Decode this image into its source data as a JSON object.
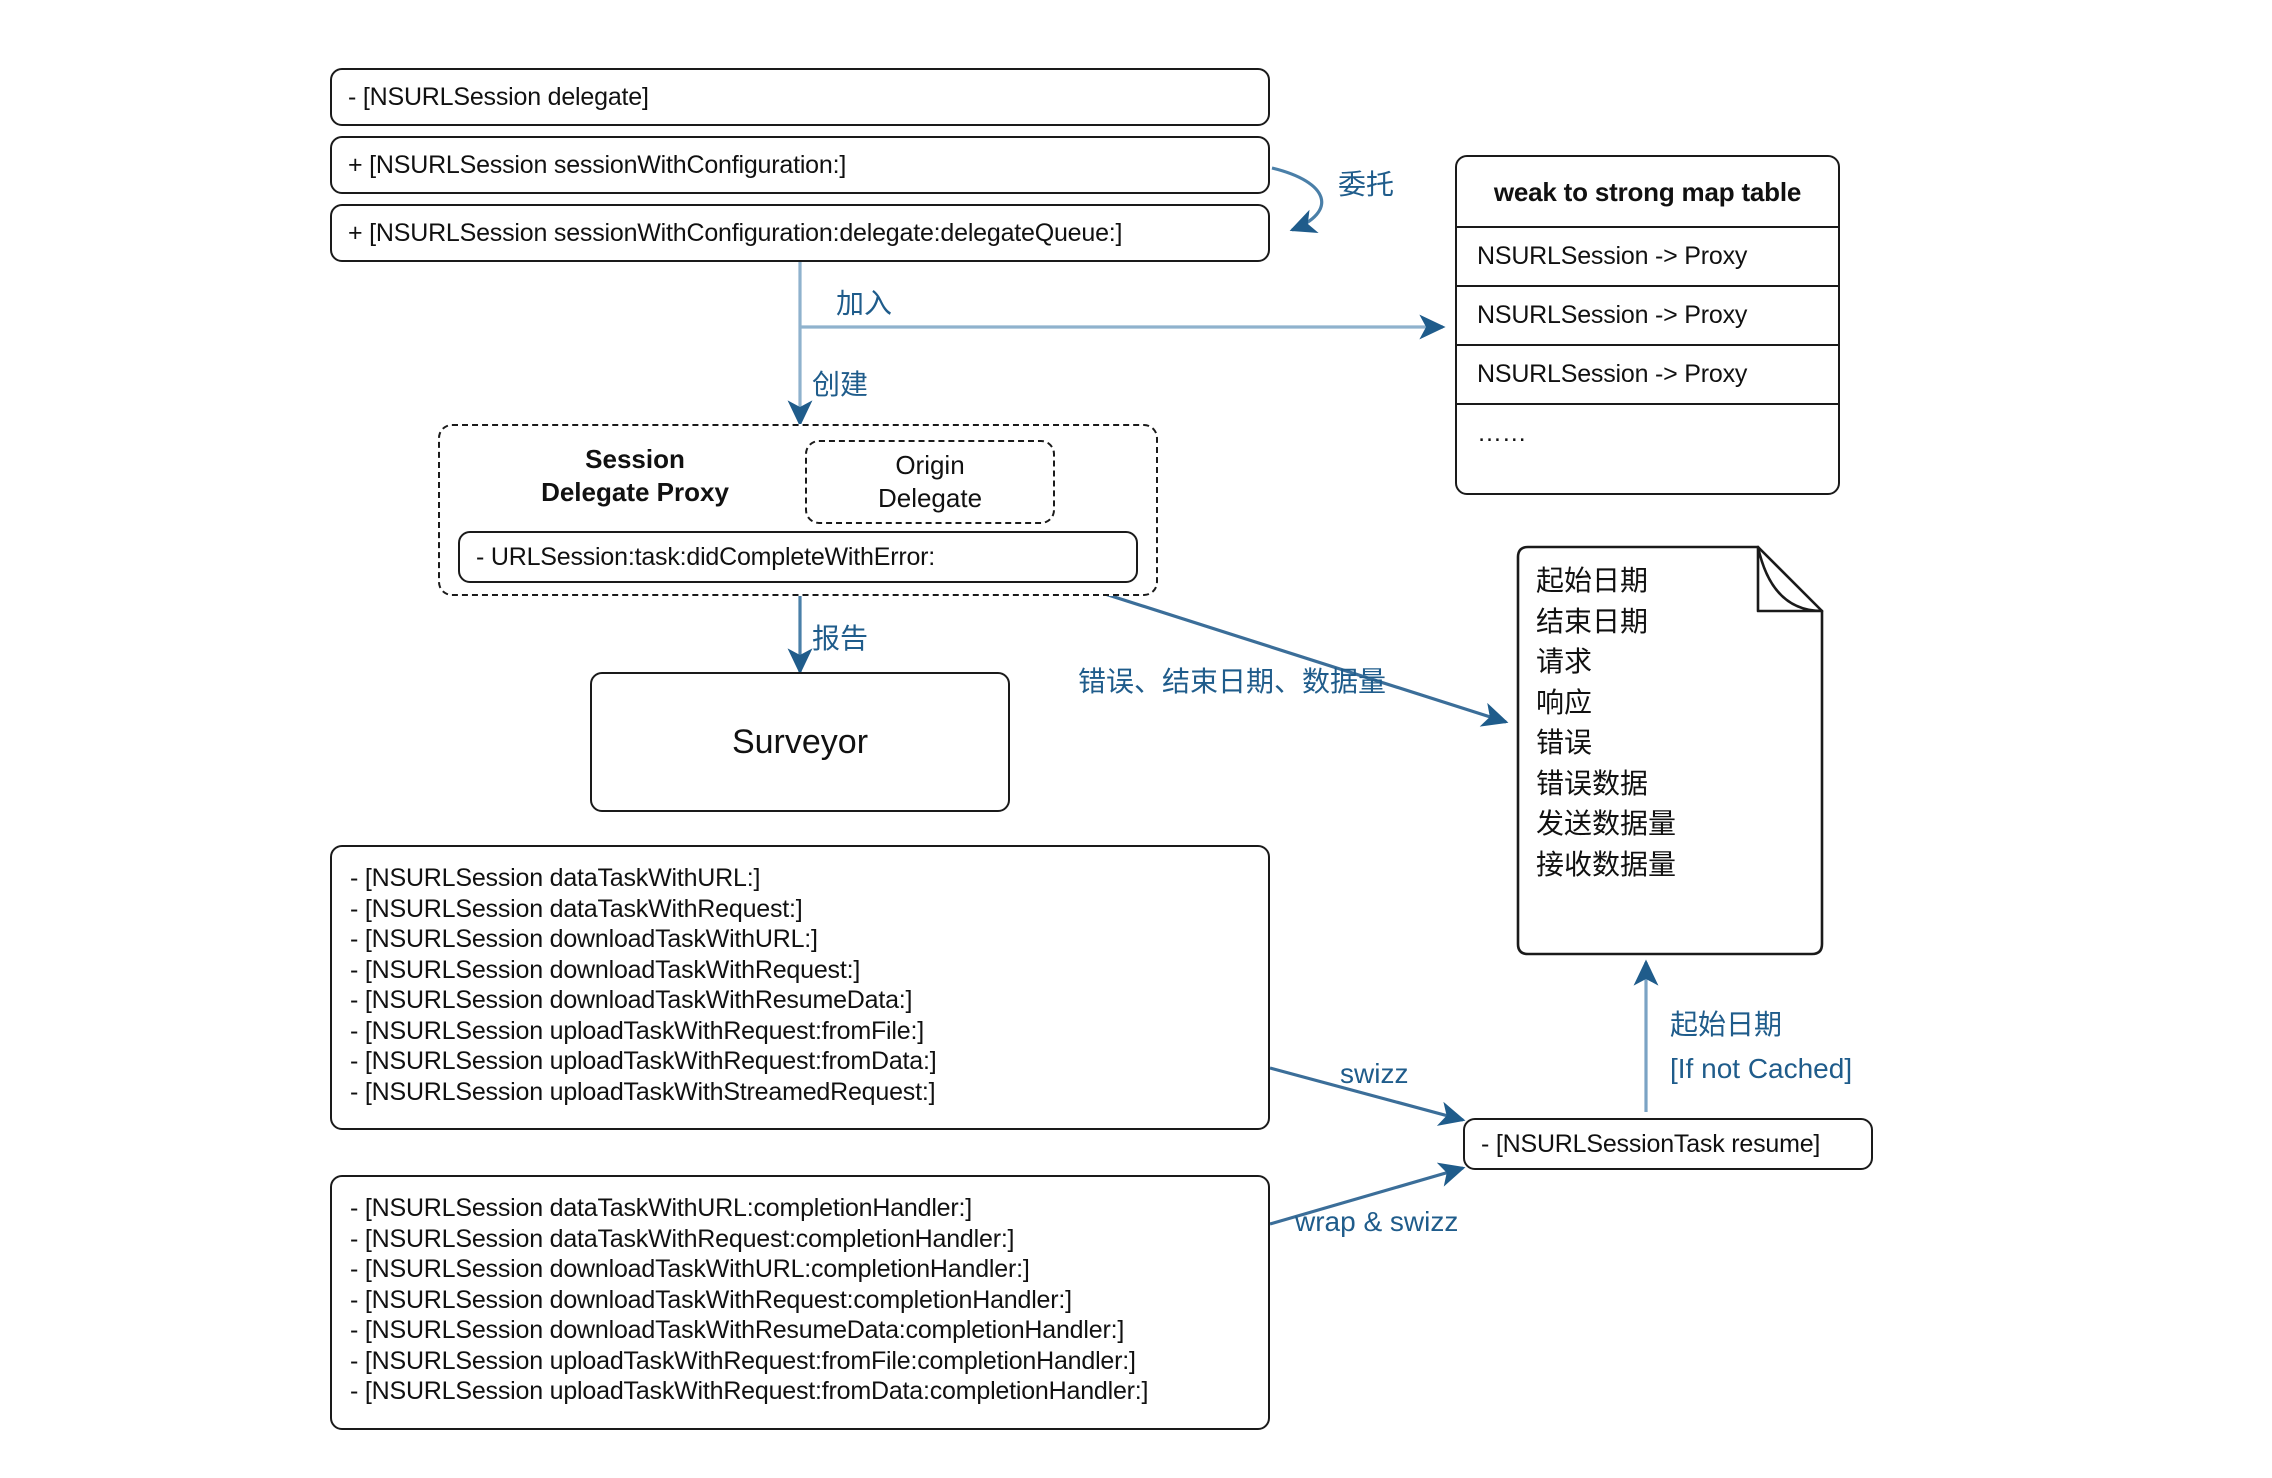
{
  "diagram": {
    "title": "NSURLSession Surveyor swizzling architecture",
    "accent_blue": "#1f5c8b",
    "line_dark": "#1a1a1a"
  },
  "session_methods": [
    {
      "label": "- [NSURLSession delegate]"
    },
    {
      "label": "+ [NSURLSession sessionWithConfiguration:]"
    },
    {
      "label": "+ [NSURLSession sessionWithConfiguration:delegate:delegateQueue:]"
    }
  ],
  "map_table": {
    "header": "weak to strong map table",
    "rows": [
      "NSURLSession -> Proxy",
      "NSURLSession -> Proxy",
      "NSURLSession -> Proxy",
      "……"
    ]
  },
  "proxy": {
    "title_line1": "Session",
    "title_line2": "Delegate Proxy",
    "origin_delegate_line1": "Origin",
    "origin_delegate_line2": "Delegate",
    "method": "- URLSession:task:didCompleteWithError:"
  },
  "surveyor": {
    "label": "Surveyor"
  },
  "note": {
    "lines": [
      "起始日期",
      "结束日期",
      "请求",
      "响应",
      "错误",
      "错误数据",
      "发送数据量",
      "接收数据量"
    ]
  },
  "task_methods": [
    "- [NSURLSession dataTaskWithURL:]",
    "- [NSURLSession dataTaskWithRequest:]",
    "- [NSURLSession downloadTaskWithURL:]",
    "- [NSURLSession downloadTaskWithRequest:]",
    "- [NSURLSession downloadTaskWithResumeData:]",
    "- [NSURLSession uploadTaskWithRequest:fromFile:]",
    "- [NSURLSession uploadTaskWithRequest:fromData:]",
    "- [NSURLSession uploadTaskWithStreamedRequest:]"
  ],
  "handler_methods": [
    "- [NSURLSession dataTaskWithURL:completionHandler:]",
    "- [NSURLSession dataTaskWithRequest:completionHandler:]",
    "- [NSURLSession downloadTaskWithURL:completionHandler:]",
    "- [NSURLSession downloadTaskWithRequest:completionHandler:]",
    "- [NSURLSession downloadTaskWithResumeData:completionHandler:]",
    "- [NSURLSession uploadTaskWithRequest:fromFile:completionHandler:]",
    "- [NSURLSession uploadTaskWithRequest:fromData:completionHandler:]"
  ],
  "resume": {
    "label": "- [NSURLSessionTask resume]"
  },
  "annotations": {
    "delegate": "委托",
    "join": "加入",
    "create": "创建",
    "report": "报告",
    "error_end_data": "错误、结束日期、数据量",
    "swizz": "swizz",
    "wrap_swizz": "wrap & swizz",
    "start_date": "起始日期",
    "if_not_cached": "[If not Cached]"
  }
}
